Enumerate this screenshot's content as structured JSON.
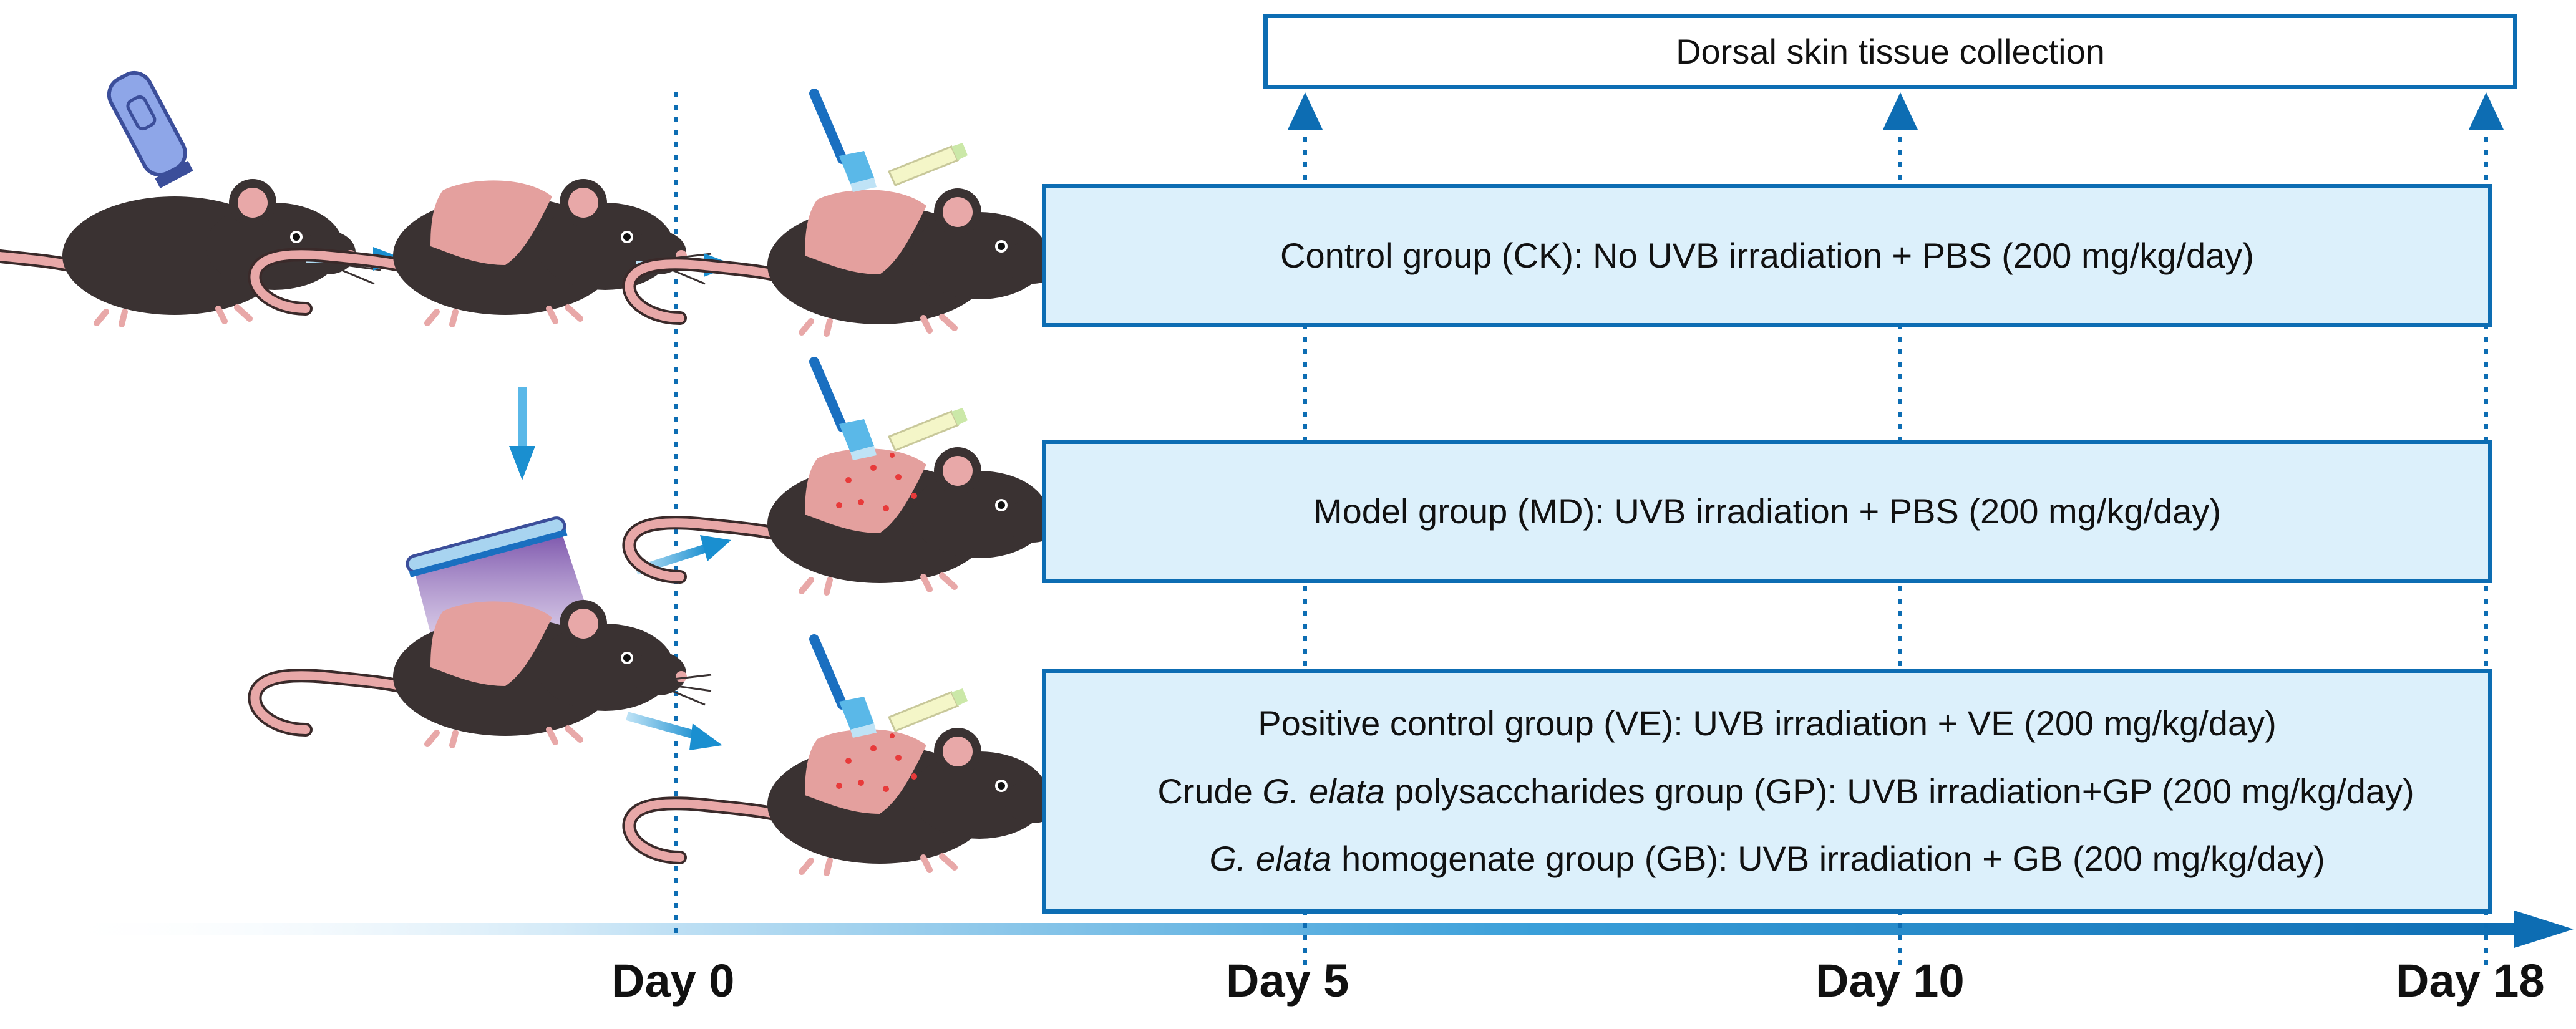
{
  "collection_box": {
    "label": "Dorsal skin tissue collection"
  },
  "groups": [
    {
      "id": "CK",
      "lines": [
        "Control group (CK): No UVB irradiation + PBS (200 mg/kg/day)"
      ]
    },
    {
      "id": "MD",
      "lines": [
        "Model group (MD): UVB irradiation + PBS (200 mg/kg/day)"
      ]
    },
    {
      "id": "VE-GP-GB",
      "lines": [
        "Positive control group (VE): UVB irradiation + VE (200 mg/kg/day)"
      ],
      "gp": {
        "prefix": "Crude ",
        "italic": "G. elata",
        "suffix": " polysaccharides group (GP): UVB irradiation+GP (200 mg/kg/day)"
      },
      "gb": {
        "italic": "G. elata",
        "suffix": " homogenate group (GB): UVB irradiation + GB (200 mg/kg/day)"
      }
    }
  ],
  "timeline": {
    "days": [
      "Day 0",
      "Day 5",
      "Day 10",
      "Day 18"
    ]
  },
  "colors": {
    "primary_blue": "#0d6db3",
    "box_fill": "#dcf0fb",
    "arrow_blue": "#1a8fd0",
    "mouse_body": "#3a3232",
    "mouse_pink": "#e8a8a8",
    "shaved_patch": "#e4a09e",
    "lesion_dot": "#e83a3a"
  },
  "icons": [
    "razor-icon",
    "brush-icon",
    "cream-tube-icon",
    "uvb-lamp-icon",
    "mouse-icon"
  ]
}
